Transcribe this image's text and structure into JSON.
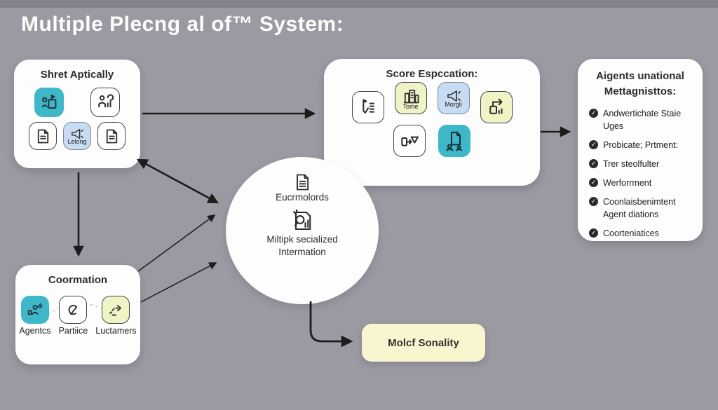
{
  "title": "Multiple Plecng al of™ System:",
  "icons": {
    "check": "✓"
  },
  "boxes": {
    "top_left": {
      "title": "Shret Aptically",
      "tiles": [
        {
          "icon": "person-podium-icon",
          "color": "teal",
          "label": ""
        },
        {
          "icon": "person-chart-icon",
          "color": "white",
          "label": ""
        },
        {
          "icon": "document-icon",
          "color": "white",
          "label": ""
        },
        {
          "icon": "megaphone-icon",
          "color": "blue",
          "label": "Lelong"
        },
        {
          "icon": "document-icon",
          "color": "white",
          "label": ""
        }
      ]
    },
    "score": {
      "title": "Score Espccation:",
      "tiles": [
        {
          "icon": "checklist-icon",
          "color": "white",
          "label": ""
        },
        {
          "icon": "building-icon",
          "color": "yellow",
          "label": "Tome"
        },
        {
          "icon": "megaphone-icon",
          "color": "blue",
          "label": "Morgli"
        },
        {
          "icon": "document-arrow-icon",
          "color": "yellow",
          "label": ""
        },
        {
          "icon": "flowchart-icon",
          "color": "white",
          "label": ""
        },
        {
          "icon": "document-person-icon",
          "color": "teal",
          "label": ""
        }
      ]
    },
    "agents": {
      "title_line1": "Aigents unational",
      "title_line2": "Mettagnisttos:",
      "items": [
        "Andwertichate Staie Uges",
        "Probicate; Prtment:",
        "Trer steolfulter",
        "Werforrment",
        "Coonlaisbenimtent Agent diations",
        "Coorteniatices"
      ]
    },
    "circle": {
      "label1": "Eucrmolords",
      "label2_line1": "Miltipk secialized",
      "label2_line2": "Intermation"
    },
    "coormation": {
      "title": "Coormation",
      "tiles": [
        {
          "icon": "person-agent-icon",
          "color": "teal",
          "label": "Agentcs"
        },
        {
          "icon": "curl-icon",
          "color": "white",
          "label": "Partiice"
        },
        {
          "icon": "route-arrow-icon",
          "color": "yellow",
          "label": "Luctamers"
        }
      ]
    },
    "output": {
      "label": "Molcf Sonality"
    }
  },
  "colors": {
    "background": "#9b9aa2",
    "top_band": "#83838a",
    "teal": "#3eb7c8",
    "light_blue": "#c7dcf2",
    "pale_yellow": "#eff3c6",
    "cream_yellow": "#f8f6d0",
    "arrow": "#1c1c1c"
  }
}
